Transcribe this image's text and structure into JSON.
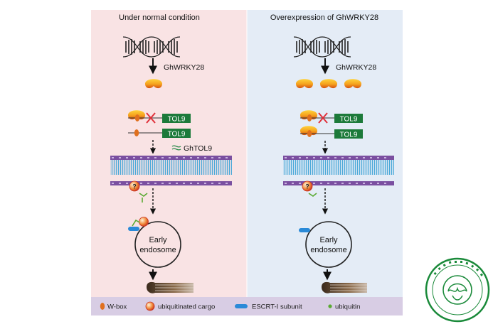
{
  "panels": {
    "left": {
      "title": "Under normal condition",
      "gene": "GhWRKY28",
      "tol9_label": "TOL9",
      "tol9_label_2": "TOL9",
      "ghtol9_label": "GhTOL9",
      "question_mark": "?",
      "endosome_label_1": "Early",
      "endosome_label_2": "endosome"
    },
    "right": {
      "title": "Overexpression of GhWRKY28",
      "gene": "GhWRKY28",
      "tol9_label": "TOL9",
      "tol9_label_2": "TOL9",
      "question_mark": "?",
      "endosome_label_1": "Early",
      "endosome_label_2": "endosome"
    }
  },
  "legend": {
    "wbox": "W-box",
    "cargo": "ubiquitinated cargo",
    "escrt": "ESCRT-I subunit",
    "ubiquitin": "ubiquitin"
  },
  "colors": {
    "left_bg": "#f9e3e4",
    "right_bg": "#e4ecf6",
    "legend_bg": "#d8cde4",
    "tol9_box": "#1c7a3a",
    "wbox": "#e0701e",
    "escrt": "#2a8ad8",
    "ubiquitin": "#5aaa32",
    "membrane": "#7a4fa0",
    "seal": "#1a8a3a"
  }
}
